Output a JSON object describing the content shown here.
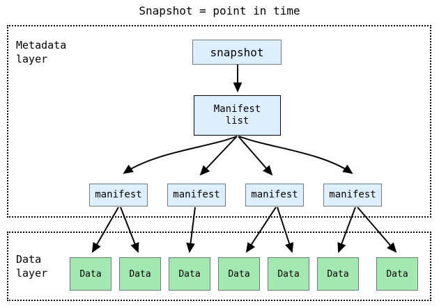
{
  "title": "Snapshot = point in time",
  "layers": [
    {
      "id": "metadata",
      "label": "Metadata\nlayer"
    },
    {
      "id": "data",
      "label": "Data\nlayer"
    }
  ],
  "nodes": {
    "snapshot": {
      "label": "snapshot"
    },
    "manifest_list": {
      "label": "Manifest\nlist"
    },
    "manifests": [
      {
        "label": "manifest"
      },
      {
        "label": "manifest"
      },
      {
        "label": "manifest"
      },
      {
        "label": "manifest"
      }
    ],
    "data_files": [
      {
        "label": "Data"
      },
      {
        "label": "Data"
      },
      {
        "label": "Data"
      },
      {
        "label": "Data"
      },
      {
        "label": "Data"
      },
      {
        "label": "Data"
      },
      {
        "label": "Data"
      }
    ]
  },
  "colors": {
    "metadata_node_fill": "#ddeeff",
    "data_node_fill": "#a3e8b0",
    "node_border": "#6d7b84",
    "edge": "#000000",
    "layer_border": "#000000",
    "background": "#ffffff"
  },
  "edges": [
    {
      "from": "snapshot",
      "to": "manifest_list",
      "style": "straight"
    },
    {
      "from": "manifest_list",
      "to": "manifest-0",
      "style": "curved"
    },
    {
      "from": "manifest_list",
      "to": "manifest-1",
      "style": "straight"
    },
    {
      "from": "manifest_list",
      "to": "manifest-2",
      "style": "straight"
    },
    {
      "from": "manifest_list",
      "to": "manifest-3",
      "style": "curved"
    },
    {
      "from": "manifest-0",
      "to": "data-0",
      "style": "straight"
    },
    {
      "from": "manifest-0",
      "to": "data-1",
      "style": "straight"
    },
    {
      "from": "manifest-1",
      "to": "data-2",
      "style": "straight"
    },
    {
      "from": "manifest-2",
      "to": "data-3",
      "style": "straight"
    },
    {
      "from": "manifest-2",
      "to": "data-4",
      "style": "straight"
    },
    {
      "from": "manifest-3",
      "to": "data-5",
      "style": "straight"
    },
    {
      "from": "manifest-3",
      "to": "data-6",
      "style": "straight"
    }
  ]
}
